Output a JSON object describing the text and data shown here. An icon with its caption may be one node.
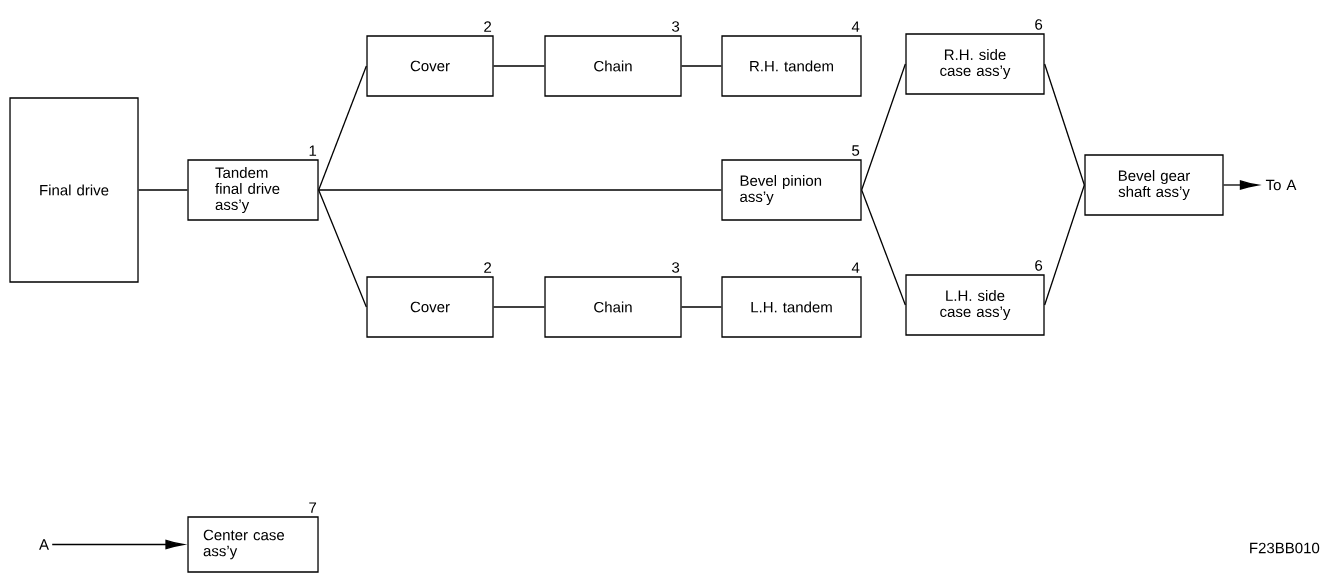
{
  "diagram": {
    "nodes": [
      {
        "text": [
          "Final drive"
        ]
      },
      {
        "text": [
          "Tandem final drive ass’y"
        ],
        "beside": [
          "1"
        ]
      },
      {
        "text": [
          "Cover"
        ],
        "beside": [
          "2"
        ]
      },
      {
        "text": [
          "Chain"
        ],
        "beside": [
          "3"
        ]
      },
      {
        "text": [
          "R.H. tandem"
        ],
        "beside": [
          "4"
        ]
      },
      {
        "text": [
          "R.H. side case ass’y"
        ],
        "beside": [
          "6"
        ]
      },
      {
        "text": [
          "Bevel pinion ass’y"
        ],
        "beside": [
          "5"
        ]
      },
      {
        "text": [
          "Bevel gear shaft ass’y"
        ]
      },
      {
        "text": [
          "To A"
        ]
      },
      {
        "text": [
          "Cover"
        ],
        "beside": [
          "2"
        ]
      },
      {
        "text": [
          "Chain"
        ],
        "beside": [
          "3"
        ]
      },
      {
        "text": [
          "L.H. tandem"
        ],
        "beside": [
          "4"
        ]
      },
      {
        "text": [
          "L.H. side case ass’y"
        ],
        "beside": [
          "6"
        ]
      },
      {
        "text": [
          "A"
        ]
      },
      {
        "text": [
          "Center case ass’y"
        ],
        "beside": [
          "7"
        ]
      }
    ],
    "edges": [
      {
        "from": 0,
        "to": 1,
        "arrow": "none"
      },
      {
        "from": 1,
        "to": 2,
        "arrow": "none"
      },
      {
        "from": 2,
        "to": 3,
        "arrow": "none"
      },
      {
        "from": 3,
        "to": 4,
        "arrow": "none"
      },
      {
        "from": 1,
        "to": 6,
        "arrow": "none"
      },
      {
        "from": 1,
        "to": 9,
        "arrow": "none"
      },
      {
        "from": 9,
        "to": 10,
        "arrow": "none"
      },
      {
        "from": 10,
        "to": 11,
        "arrow": "none"
      },
      {
        "from": 6,
        "to": 5,
        "arrow": "none"
      },
      {
        "from": 6,
        "to": 12,
        "arrow": "none"
      },
      {
        "from": 5,
        "to": 7,
        "arrow": "none"
      },
      {
        "from": 12,
        "to": 7,
        "arrow": "none"
      },
      {
        "from": 7,
        "to": 8,
        "arrow": "to"
      },
      {
        "from": 13,
        "to": 14,
        "arrow": "to"
      }
    ],
    "labels": [
      "F23BB010"
    ]
  }
}
